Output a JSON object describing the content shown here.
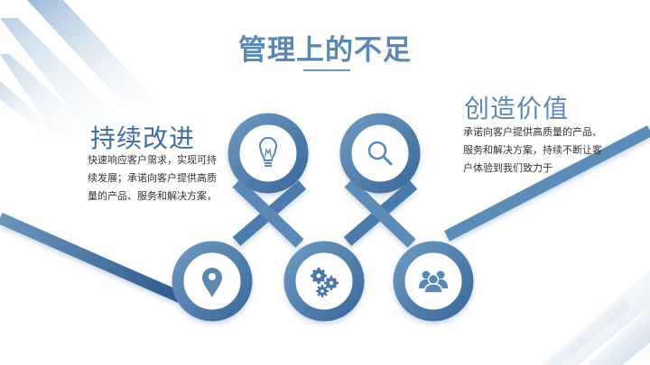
{
  "slide": {
    "title": "管理上的不足",
    "left_block": {
      "heading": "持续改进",
      "lines": [
        "快速响应客户需求，实现可持",
        "续发展；承诺向客户提供高质",
        "量的产品、服务和解决方案，"
      ]
    },
    "right_block": {
      "heading": "创造价值",
      "lines": [
        "承诺向客户提供高质量的产品、",
        "服务和解决方案，持续不断让客",
        "户体验到我们致力于"
      ]
    },
    "nodes": [
      {
        "id": "lightbulb",
        "icon": "lightbulb-icon",
        "position": "top-left"
      },
      {
        "id": "search",
        "icon": "magnifier-icon",
        "position": "top-right"
      },
      {
        "id": "location",
        "icon": "map-pin-icon",
        "position": "bottom-left"
      },
      {
        "id": "settings",
        "icon": "gears-icon",
        "position": "bottom-center"
      },
      {
        "id": "team",
        "icon": "users-icon",
        "position": "bottom-right"
      }
    ],
    "colors": {
      "primary": "#5b88b0",
      "dark": "#2f5f92",
      "text": "#333333"
    }
  }
}
